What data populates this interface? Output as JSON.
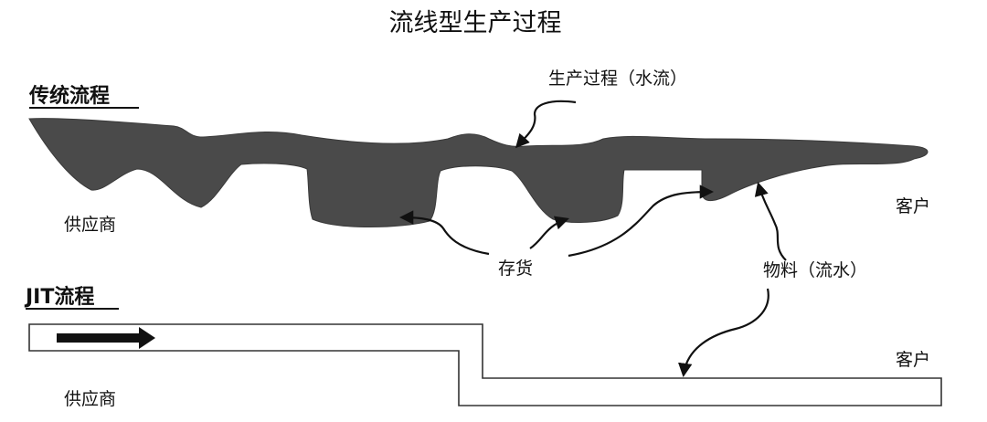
{
  "title": "流线型生产过程",
  "traditional": {
    "heading": "传统流程",
    "supplier": "供应商",
    "customer": "客户",
    "process_label": "生产过程（水流）",
    "inventory_label": "存货",
    "material_label": "物料（流水）"
  },
  "jit": {
    "heading": "JIT流程",
    "supplier": "供应商",
    "customer": "客户"
  }
}
